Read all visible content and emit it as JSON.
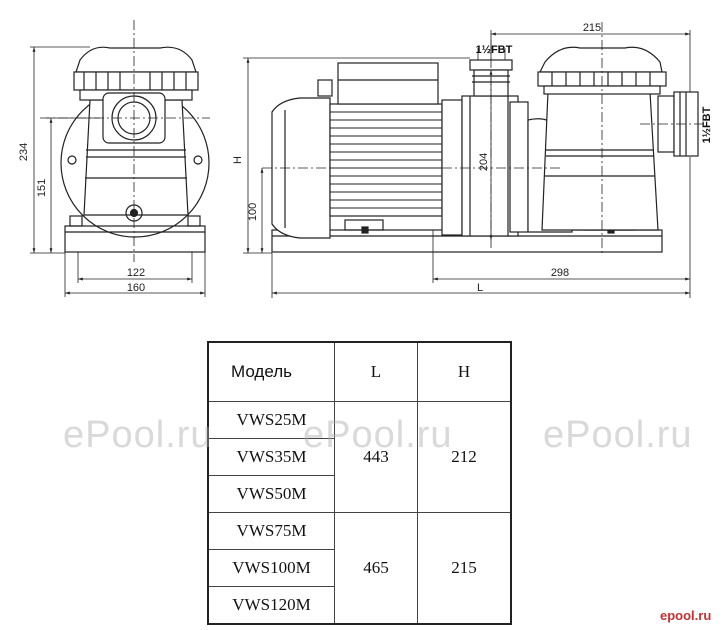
{
  "dimensions": {
    "d234": "234",
    "d151": "151",
    "d122": "122",
    "d160": "160",
    "dH": "H",
    "d100": "100",
    "d204": "204",
    "dL": "L",
    "d298": "298",
    "d215": "215",
    "port_top": "1½FBT",
    "port_side": "1½FBT"
  },
  "table": {
    "headers": {
      "model": "Модель",
      "L": "L",
      "H": "H"
    },
    "groups": [
      {
        "models": [
          "VWS25M",
          "VWS35M",
          "VWS50M"
        ],
        "L": "443",
        "H": "212"
      },
      {
        "models": [
          "VWS75M",
          "VWS100M",
          "VWS120M"
        ],
        "L": "465",
        "H": "215"
      }
    ]
  },
  "watermarks": [
    "ePool.ru",
    "ePool.ru",
    "ePool.ru"
  ],
  "logo": "epool.ru",
  "colors": {
    "line": "#222222",
    "logo": "#c53030"
  }
}
